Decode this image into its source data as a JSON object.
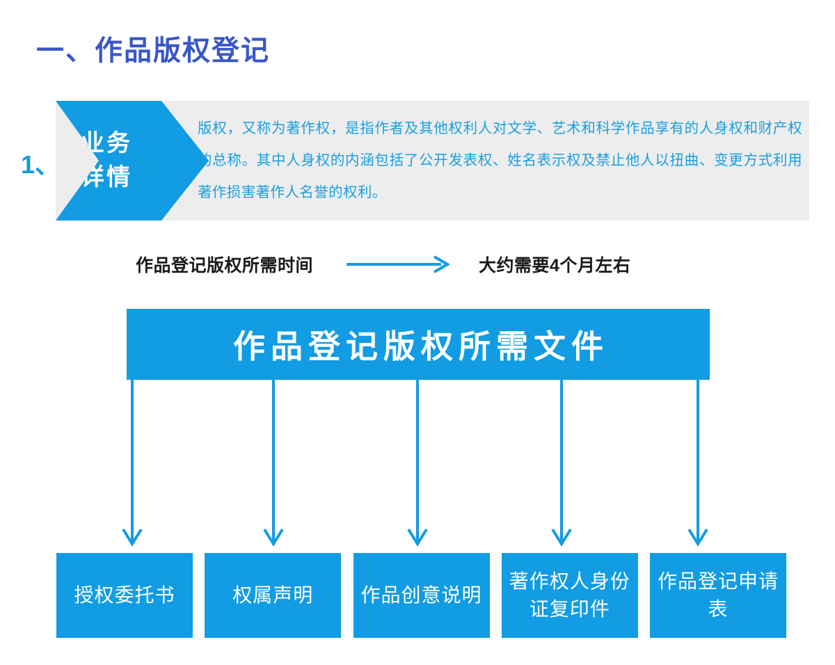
{
  "page": {
    "title": "一、作品版权登记",
    "accent_blue": "#119ce3",
    "title_blue": "#3a57c8",
    "panel_gray": "#ededed"
  },
  "section": {
    "index": "1、",
    "tag_line_1": "业务",
    "tag_line_2": "详情",
    "body": "版权，又称为著作权，是指作者及其他权利人对文学、艺术和科学作品享有的人身权和财产权的总称。其中人身权的内涵包括了公开发表权、姓名表示权及禁止他人以扭曲、变更方式利用著作损害著作人名誉的权利。"
  },
  "duration": {
    "label": "作品登记版权所需时间",
    "value": "大约需要4个月左右"
  },
  "documents": {
    "banner": "作品登记版权所需文件",
    "items": [
      {
        "label": "授权委托书"
      },
      {
        "label": "权属声明"
      },
      {
        "label": "作品创意说明"
      },
      {
        "label": "著作权人身份证复印件"
      },
      {
        "label": "作品登记申请表"
      }
    ]
  }
}
